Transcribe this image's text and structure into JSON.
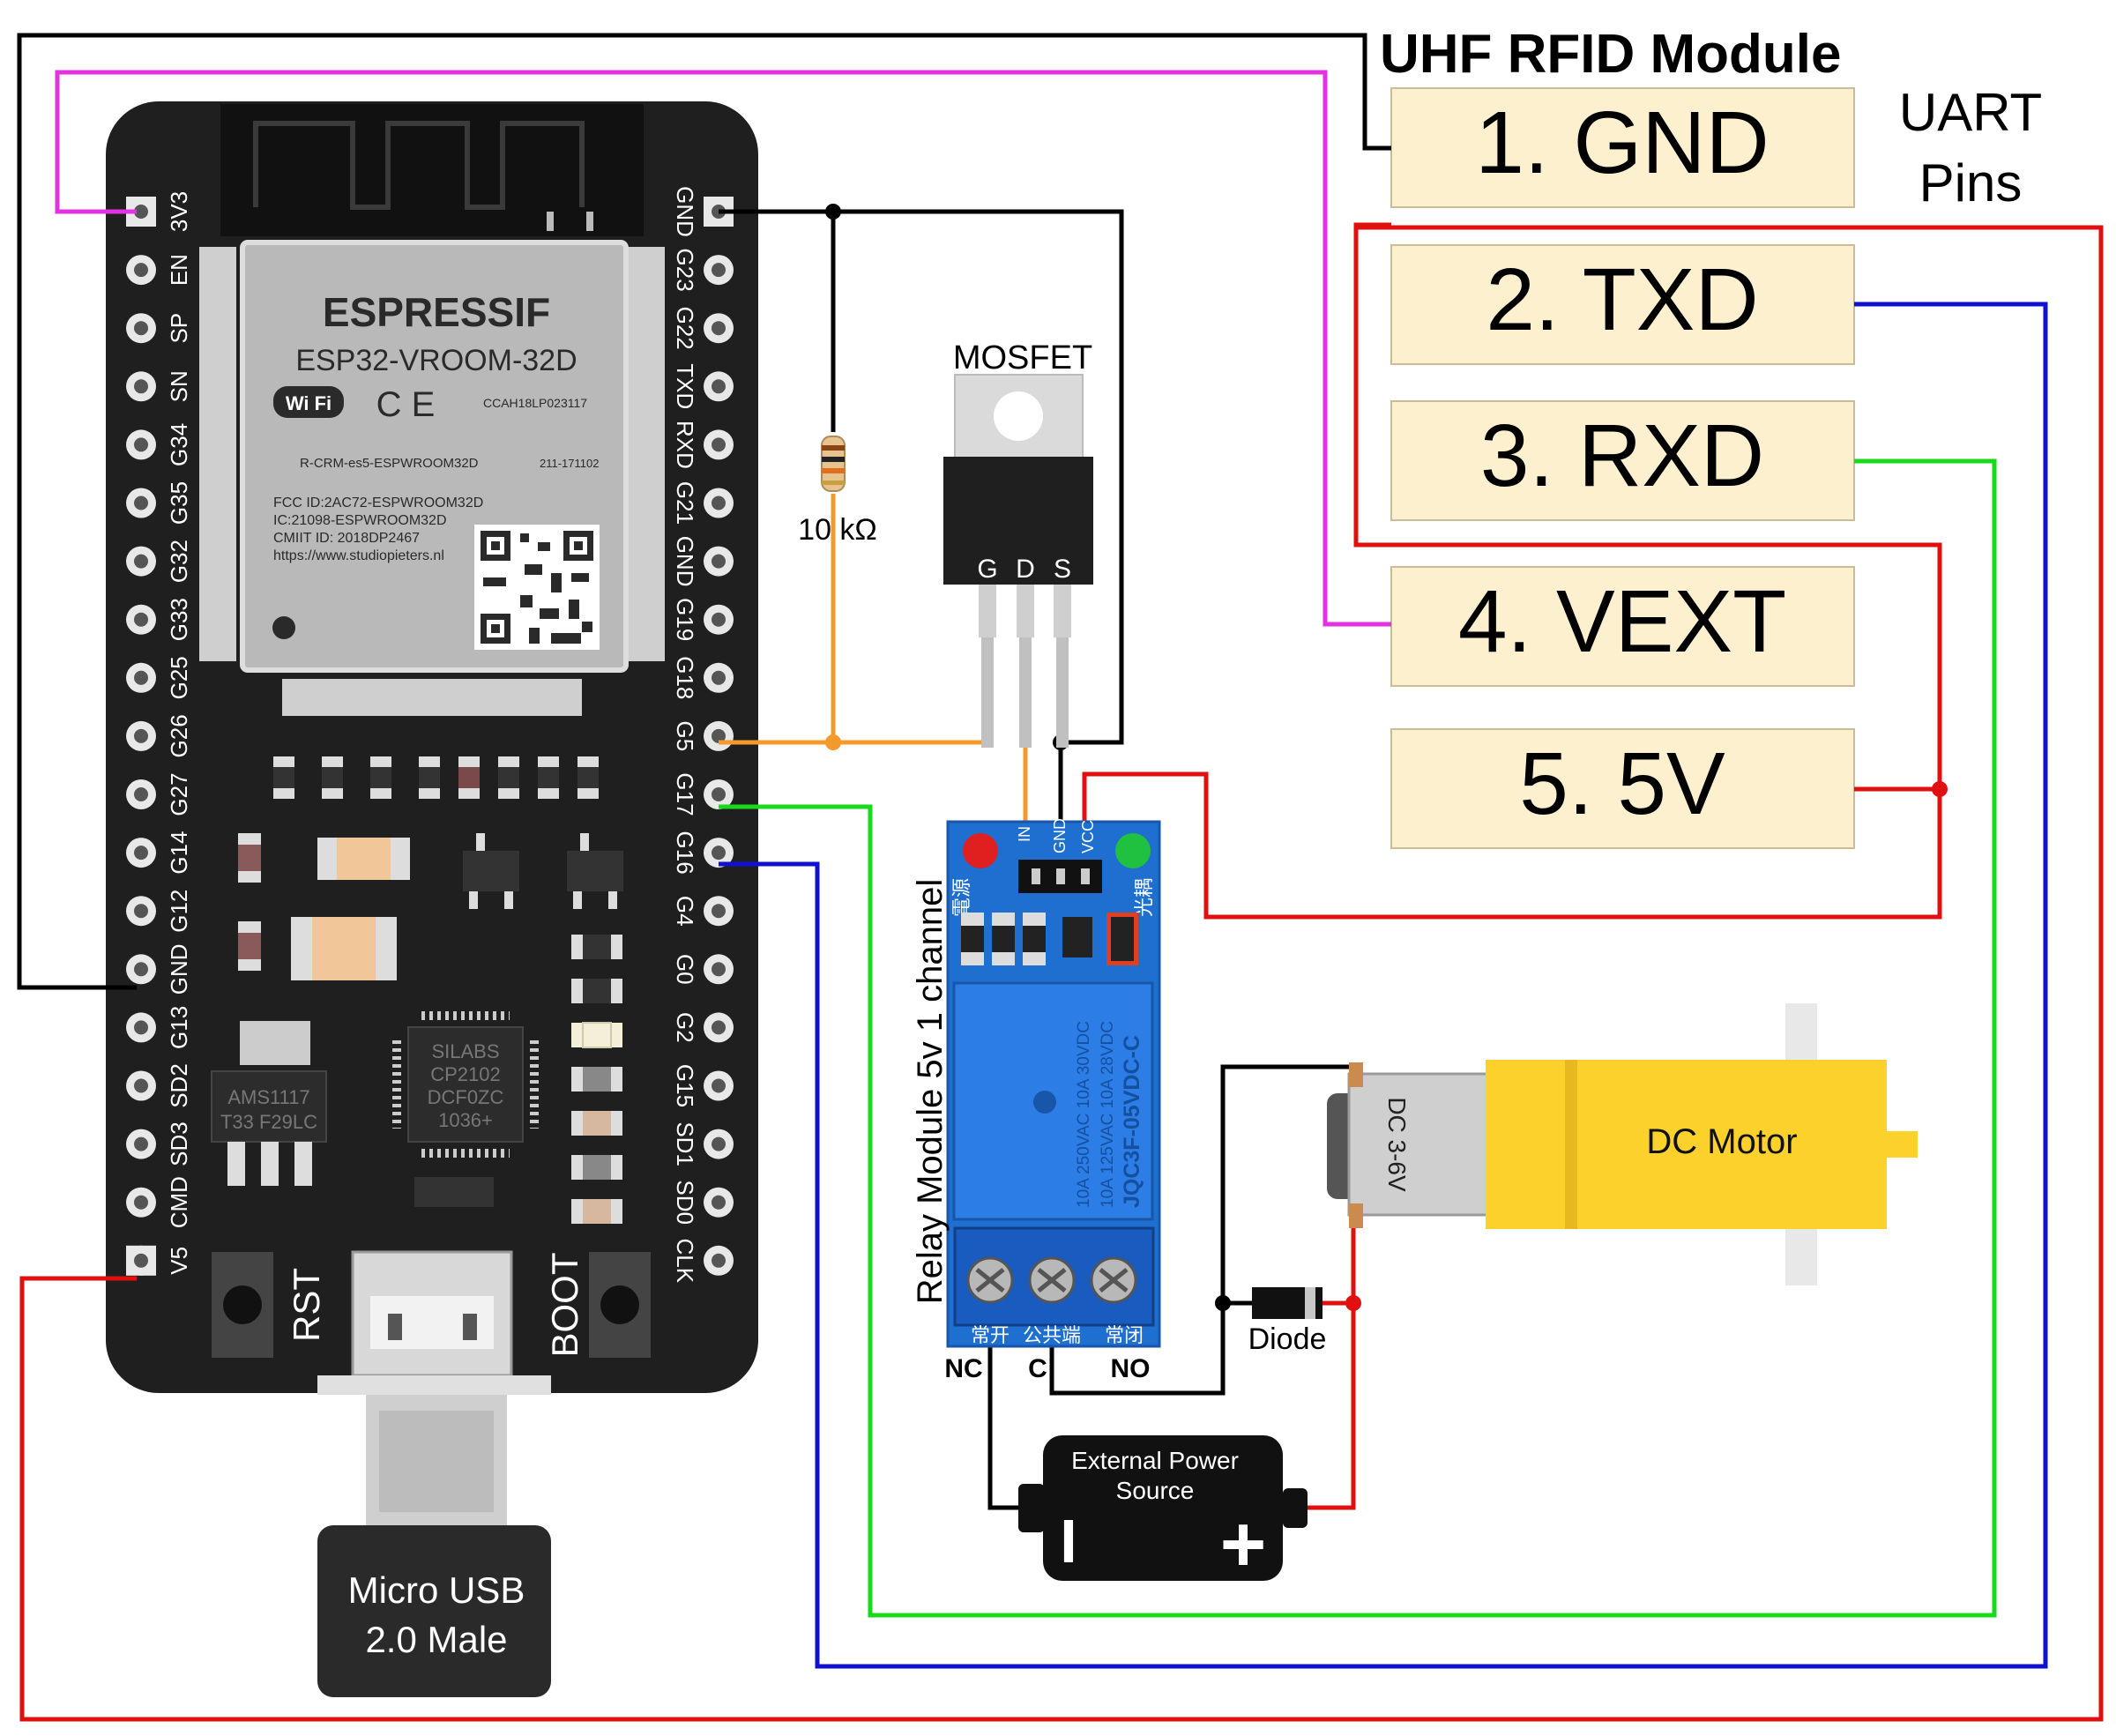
{
  "rfid": {
    "title": "UHF RFID Module",
    "uart_label_line1": "UART",
    "uart_label_line2": "Pins",
    "pins": [
      "1. GND",
      "2. TXD",
      "3. RXD",
      "4. VEXT",
      "5. 5V"
    ]
  },
  "esp32": {
    "module_brand": "ESPRESSIF",
    "module_model": "ESP32-VROOM-32D",
    "wifi_badge": "Wi Fi",
    "ce_mark": "C E",
    "ccah_code": "CCAH18LP023117",
    "rcrm_code": "R-CRM-es5-ESPWROOM32D",
    "r_code": "211-171102",
    "fcc_id": "FCC ID:2AC72-ESPWROOM32D",
    "ic_code": "IC:21098-ESPWROOM32D",
    "cmiit_id": "CMIIT ID: 2018DP2467",
    "website": "https://www.studiopieters.nl",
    "left_pins": [
      "3V3",
      "EN",
      "SP",
      "SN",
      "G34",
      "G35",
      "G32",
      "G33",
      "G25",
      "G26",
      "G27",
      "G14",
      "G12",
      "GND",
      "G13",
      "SD2",
      "SD3",
      "CMD",
      "V5"
    ],
    "right_pins": [
      "GND",
      "G23",
      "G22",
      "TXD",
      "RXD",
      "G21",
      "GND",
      "G19",
      "G18",
      "G5",
      "G17",
      "G16",
      "G4",
      "G0",
      "G2",
      "G15",
      "SD1",
      "SD0",
      "CLK"
    ],
    "regulator_line1": "AMS1117",
    "regulator_line2": "T33 F29LC",
    "usb_chip_line1": "SILABS",
    "usb_chip_line2": "CP2102",
    "usb_chip_line3": "DCF0ZC",
    "usb_chip_line4": "1036+",
    "rst_label": "RST",
    "boot_label": "BOOT"
  },
  "usb": {
    "line1": "Micro USB",
    "line2": "2.0 Male"
  },
  "resistor": {
    "label": "10  kΩ"
  },
  "mosfet": {
    "title": "MOSFET",
    "pin_g": "G",
    "pin_d": "D",
    "pin_s": "S"
  },
  "relay": {
    "side_label": "Relay Module 5v 1 channel",
    "header_pins": [
      "IN",
      "GND",
      "VCC"
    ],
    "relay_line1": "10A 250VAC  10A 30VDC",
    "relay_line2": "10A 125VAC  10A 28VDC",
    "relay_model": "JQC3F-05VDC-C",
    "terminal_nc": "NC",
    "terminal_c": "C",
    "terminal_no": "NO",
    "cn_nc": "常开",
    "cn_c": "公共端",
    "cn_no": "常闭",
    "cn_power": "電源",
    "cn_signal": "光耦"
  },
  "diode": {
    "label": "Diode"
  },
  "motor": {
    "label": "DC Motor",
    "spec": "DC 3-6V"
  },
  "battery": {
    "line1": "External Power",
    "line2": "Source",
    "minus": "I",
    "plus": "+"
  },
  "colors": {
    "gnd_wire": "#000000",
    "vext_wire": "#e333e0",
    "power_wire": "#e01010",
    "txd_wire": "#1010d0",
    "rxd_wire": "#1ad81a",
    "gate_wire": "#f49a2c",
    "pin_box_fill": "#fdf0cf",
    "board_fill": "#1f1f1f",
    "relay_fill": "#1e6fd0",
    "motor_fill": "#fcd12c"
  }
}
